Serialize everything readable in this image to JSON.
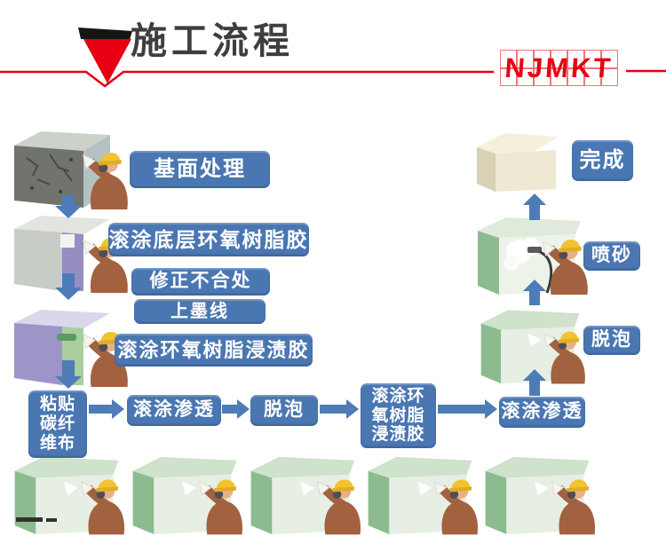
{
  "header": {
    "title": "施工流程",
    "brand": "NJMKT"
  },
  "colors": {
    "accent_red": "#e60012",
    "box_blue": "#4a77b2",
    "arrow_blue": "#4d7cb8",
    "title_gray": "#3e3e3e",
    "worker_brown": "#a2613f",
    "helmet_yellow": "#f2c32e",
    "cube_green": "#8cbb90",
    "cube_purple": "#968ec1",
    "cube_cream": "#efe8d2"
  },
  "steps": {
    "base_treatment": "基面处理",
    "roll_primer": "滚涂底层环氧树脂胶",
    "fix_mismatch": "修正不合处",
    "ink_line": "上墨线",
    "roll_impregnation": "滚涂环氧树脂浸渍胶",
    "paste_cfrp_lines": [
      "粘贴",
      "碳纤",
      "维布"
    ],
    "roll_permeate_1": "滚涂渗透",
    "defoam_1": "脱泡",
    "roll_impregnation_2_lines": [
      "滚涂环",
      "氧树脂",
      "浸渍胶"
    ],
    "roll_permeate_2": "滚涂渗透",
    "defoam_2": "脱泡",
    "sandblast": "喷砂",
    "complete": "完成"
  }
}
